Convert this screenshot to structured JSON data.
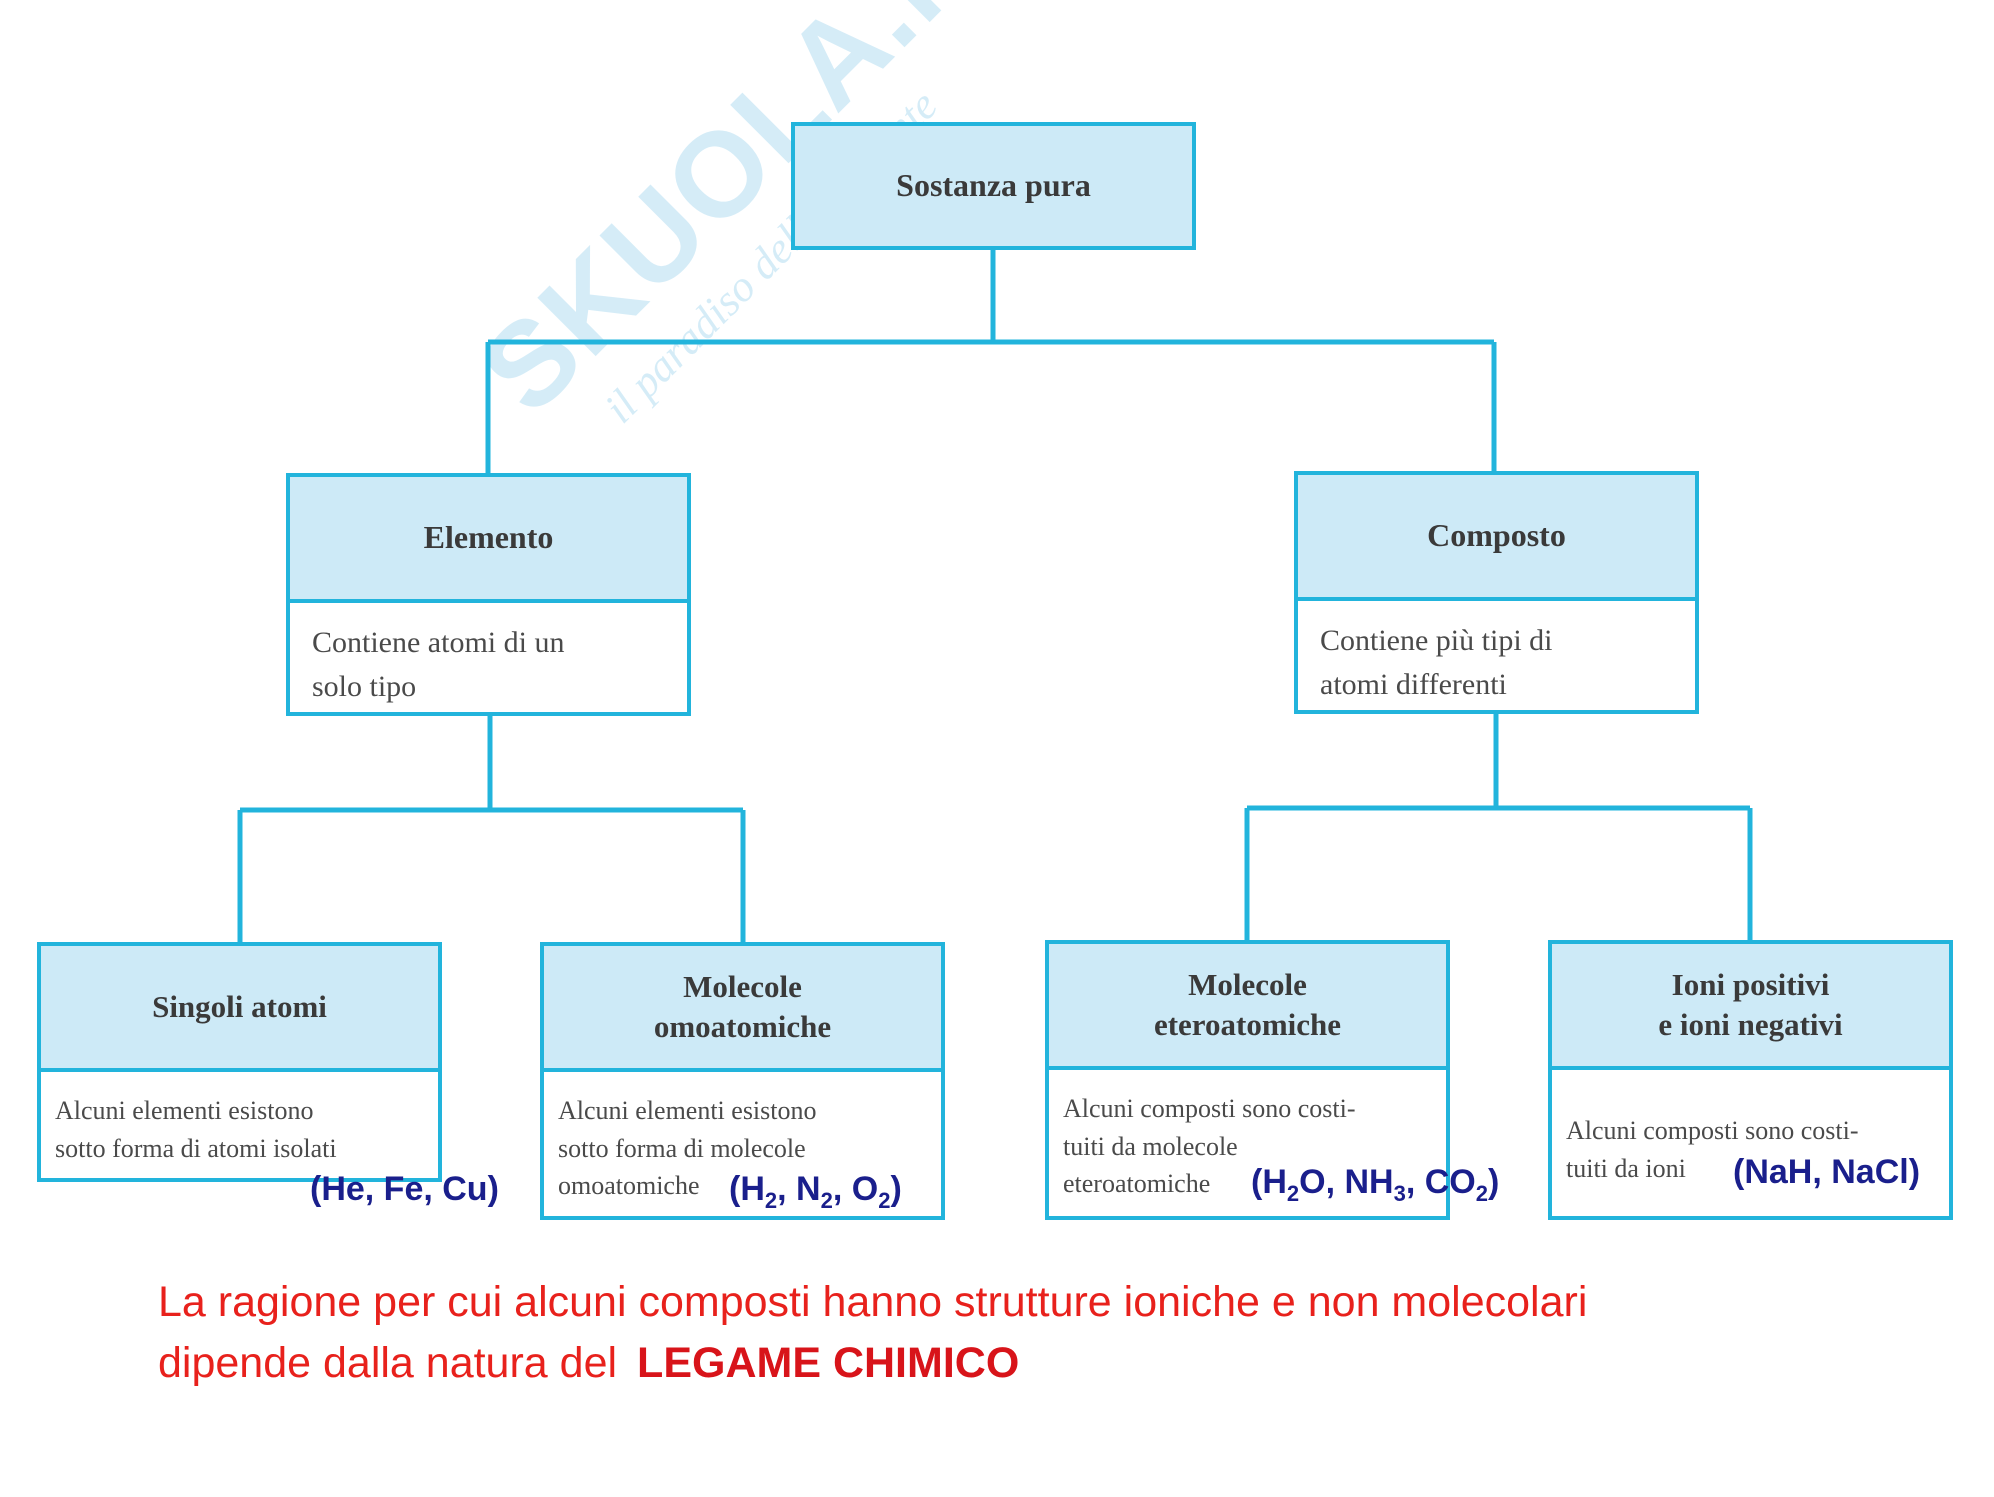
{
  "diagram": {
    "root": {
      "title": "Sostanza pura"
    },
    "elemento": {
      "title": "Elemento",
      "desc_line1": "Contiene atomi di un",
      "desc_line2": "solo tipo"
    },
    "composto": {
      "title": "Composto",
      "desc_line1": "Contiene più tipi di",
      "desc_line2": "atomi differenti"
    },
    "singoli": {
      "title": "Singoli atomi",
      "desc_line1": "Alcuni elementi esistono",
      "desc_line2": "sotto forma di atomi isolati",
      "examples": "(He, Fe, Cu)"
    },
    "omoatomiche": {
      "title_line1": "Molecole",
      "title_line2": "omoatomiche",
      "desc_line1": "Alcuni elementi esistono",
      "desc_line2": "sotto forma di molecole",
      "desc_line3": "omoatomiche",
      "examples": {
        "open": "(H",
        "s1": "2",
        "sep1": ", N",
        "s2": "2",
        "sep2": ", O",
        "s3": "2",
        "close": ")"
      }
    },
    "eteroatomiche": {
      "title_line1": "Molecole",
      "title_line2": "eteroatomiche",
      "desc_line1": "Alcuni composti sono costi-",
      "desc_line2": "tuiti da molecole",
      "desc_line3": "eteroatomiche",
      "examples": {
        "open": "(H",
        "s1": "2",
        "sep1": "O, NH",
        "s2": "3",
        "sep2": ", CO",
        "s3": "2",
        "close": ")"
      }
    },
    "ioni": {
      "title_line1": "Ioni positivi",
      "title_line2": "e ioni negativi",
      "desc_line1": "Alcuni composti sono costi-",
      "desc_line2": "tuiti da ioni",
      "examples": "(NaH, NaCl)"
    }
  },
  "caption": {
    "line1": "La ragione per cui alcuni composti hanno strutture ioniche e non molecolari",
    "line2": "dipende dalla natura del",
    "highlight": "LEGAME CHIMICO"
  },
  "watermark": {
    "brand": "SKUOLA.net",
    "tagline": "il paradiso dello studente"
  },
  "colors": {
    "box_border": "#22b4dc",
    "box_header": "#cdeaf7",
    "formula": "#1a1f8c",
    "caption": "#e8211c"
  }
}
